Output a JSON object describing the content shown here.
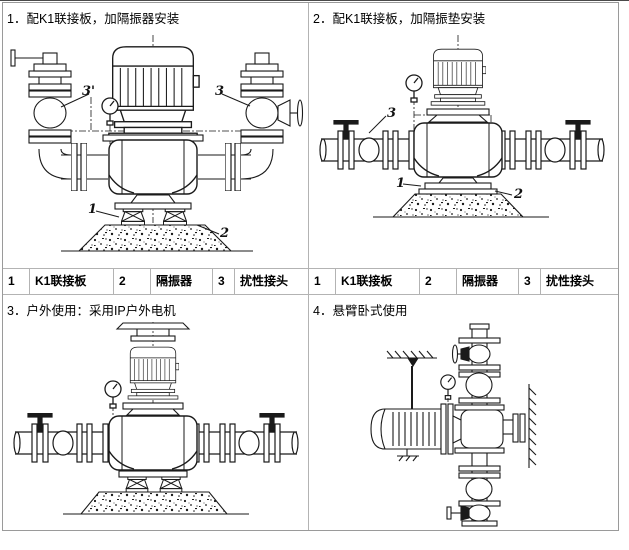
{
  "panels": [
    {
      "title": "1．配K1联接板，加隔振器安装",
      "callouts": {
        "c3p": "3'",
        "c3": "3",
        "c1": "1",
        "c2": "2"
      }
    },
    {
      "title": "2．配K1联接板，加隔振垫安装",
      "callouts": {
        "c3": "3",
        "c1": "1",
        "c2": "2"
      }
    },
    {
      "title": "3．户外使用：采用IP户外电机",
      "callouts": {}
    },
    {
      "title": "4．悬臂卧式使用",
      "callouts": {}
    }
  ],
  "legend": {
    "items": [
      {
        "num": "1",
        "label": "K1联接板"
      },
      {
        "num": "2",
        "label": "隔振器"
      },
      {
        "num": "3",
        "label": "扰性接头"
      }
    ]
  },
  "colors": {
    "line": "#1a1a1a",
    "grid": "#b3b3b3",
    "background": "#ffffff"
  }
}
